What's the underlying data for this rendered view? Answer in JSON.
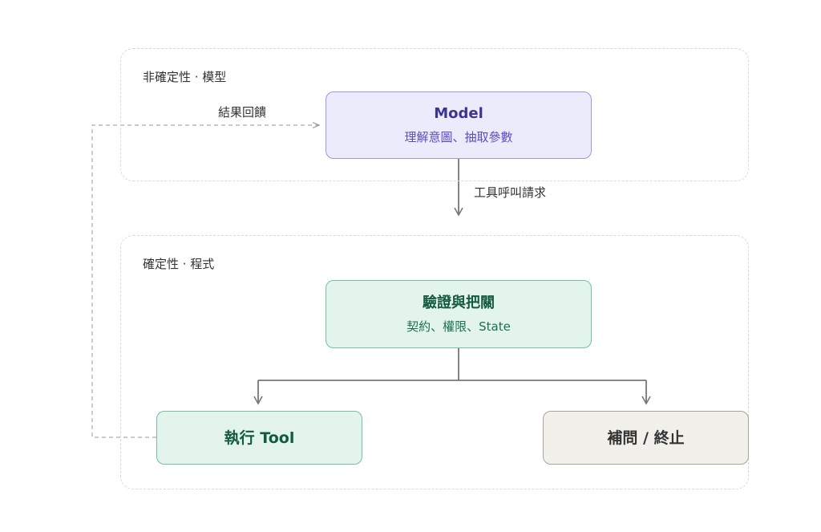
{
  "regions": {
    "nondeterministic": {
      "label": "非確定性 · 模型"
    },
    "deterministic": {
      "label": "確定性 · 程式"
    }
  },
  "nodes": {
    "model": {
      "title": "Model",
      "subtitle": "理解意圖、抽取參數"
    },
    "validate": {
      "title": "驗證與把關",
      "subtitle": "契約、權限、State"
    },
    "execute": {
      "title": "執行 Tool"
    },
    "abort": {
      "title": "補問 / 終止"
    }
  },
  "edges": {
    "feedback": {
      "label": "結果回饋",
      "style": "dashed"
    },
    "tool_call": {
      "label": "工具呼叫請求"
    },
    "branch_execute": {
      "label": ""
    },
    "branch_abort": {
      "label": ""
    }
  },
  "colors": {
    "model_fill": "#ecebfb",
    "model_border": "#9d98df",
    "deterministic_fill": "#e2f4ec",
    "deterministic_border": "#72c2a1",
    "neutral_fill": "#f2f0eb",
    "arrow": "#777777",
    "region_border": "#d9d9d9"
  }
}
